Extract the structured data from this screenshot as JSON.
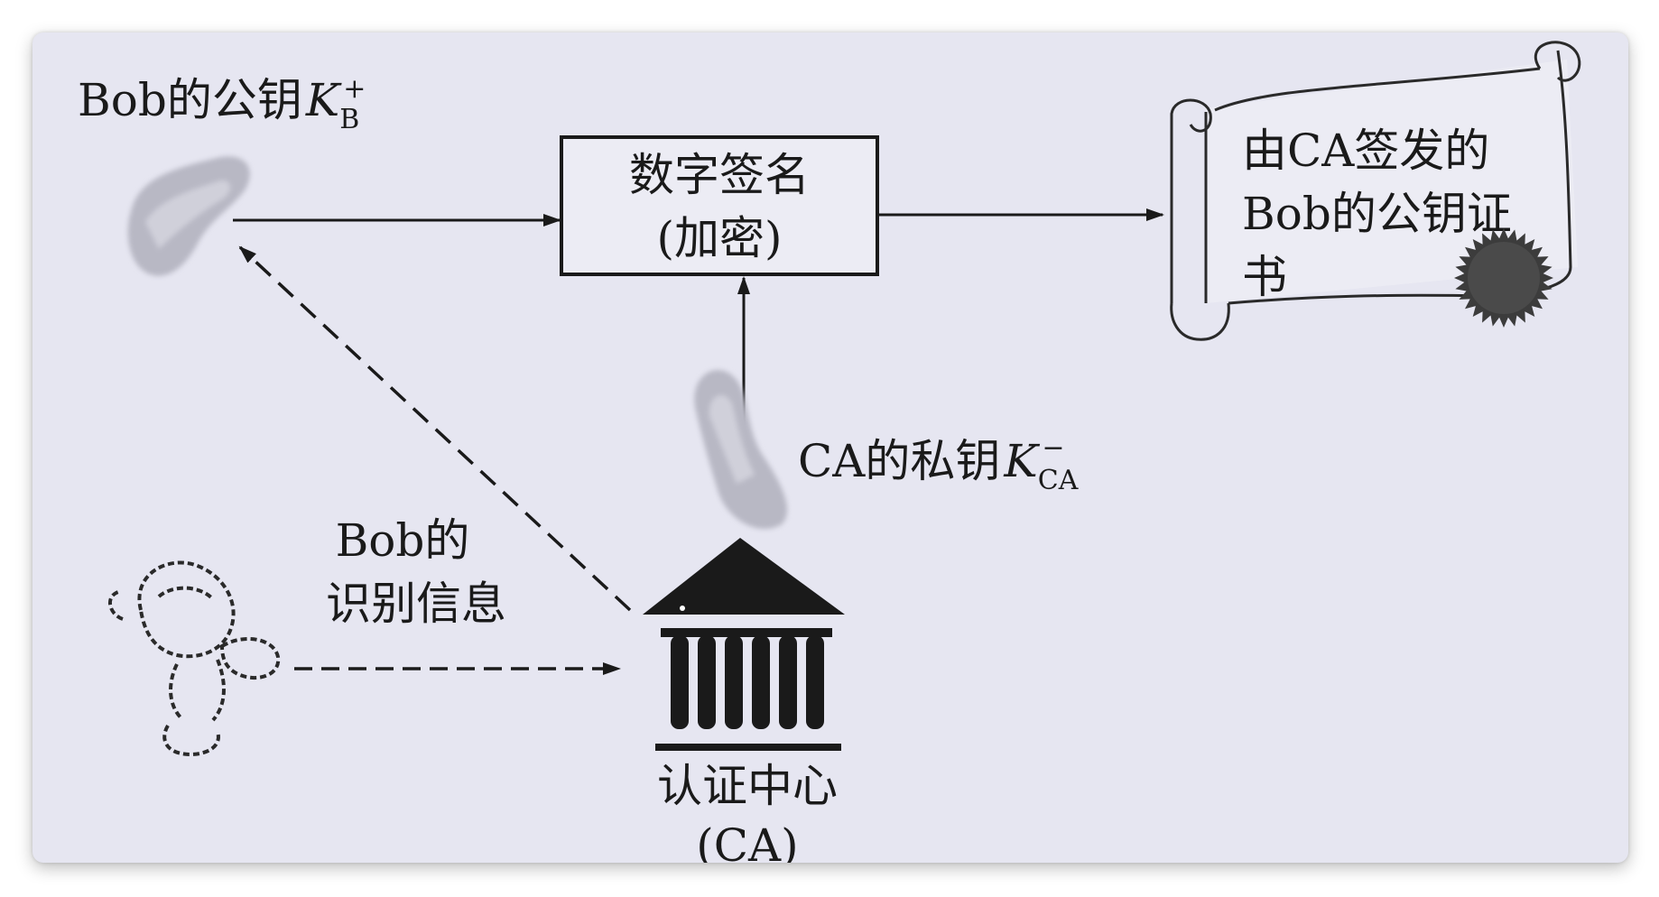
{
  "bob_public_key": {
    "prefix": "Bob的公钥",
    "symbol": "K",
    "subscript": "B",
    "superscript": "+"
  },
  "digital_signature": {
    "line1": "数字签名",
    "line2": "(加密)"
  },
  "certificate": {
    "line1": "由CA签发的",
    "line2": "Bob的公钥证",
    "line3": "书"
  },
  "ca_private_key": {
    "prefix": "CA的私钥",
    "symbol": "K",
    "subscript": "CA",
    "superscript": "−"
  },
  "bob_identity": {
    "line1": "Bob的",
    "line2": "识别信息"
  },
  "ca_center": {
    "line1": "认证中心",
    "line2": "(CA)"
  },
  "colors": {
    "background": "#e6e6f1",
    "ink": "#1a1a1a",
    "seal": "#3c3c3c"
  },
  "icons": {
    "bob_key": "key-icon",
    "ca_key": "key-icon",
    "bob": "person-icon",
    "ca": "building-icon",
    "certificate": "scroll-icon",
    "seal": "seal-icon"
  }
}
